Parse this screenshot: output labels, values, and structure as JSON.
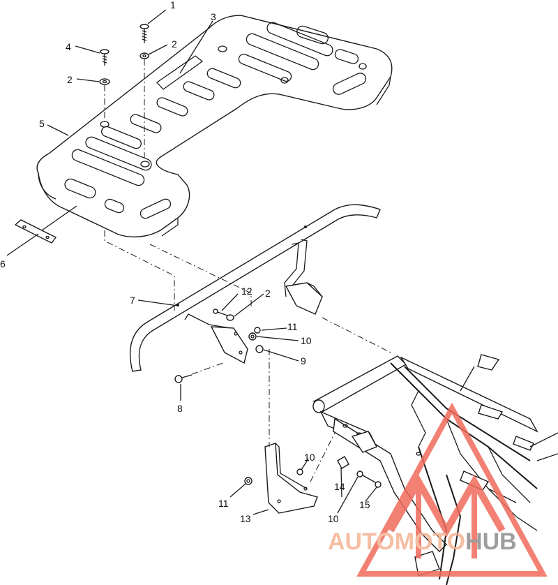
{
  "diagram": {
    "callouts": [
      {
        "id": "c1",
        "text": "1"
      },
      {
        "id": "c2a",
        "text": "2"
      },
      {
        "id": "c2b",
        "text": "2"
      },
      {
        "id": "c2c",
        "text": "2"
      },
      {
        "id": "c3",
        "text": "3"
      },
      {
        "id": "c4",
        "text": "4"
      },
      {
        "id": "c5",
        "text": "5"
      },
      {
        "id": "c6",
        "text": "6"
      },
      {
        "id": "c7",
        "text": "7"
      },
      {
        "id": "c8",
        "text": "8"
      },
      {
        "id": "c9",
        "text": "9"
      },
      {
        "id": "c10a",
        "text": "10"
      },
      {
        "id": "c10b",
        "text": "10"
      },
      {
        "id": "c10c",
        "text": "10"
      },
      {
        "id": "c11a",
        "text": "11"
      },
      {
        "id": "c11b",
        "text": "11"
      },
      {
        "id": "c12",
        "text": "12"
      },
      {
        "id": "c13",
        "text": "13"
      },
      {
        "id": "c14",
        "text": "14"
      },
      {
        "id": "c15",
        "text": "15"
      }
    ]
  },
  "watermark": {
    "word_part1": "AUTOMOTO",
    "word_part2": "HUB",
    "color_primary": "#f06b5b",
    "color_secondary": "#f4b393",
    "color_hub": "#8c8c8c"
  }
}
